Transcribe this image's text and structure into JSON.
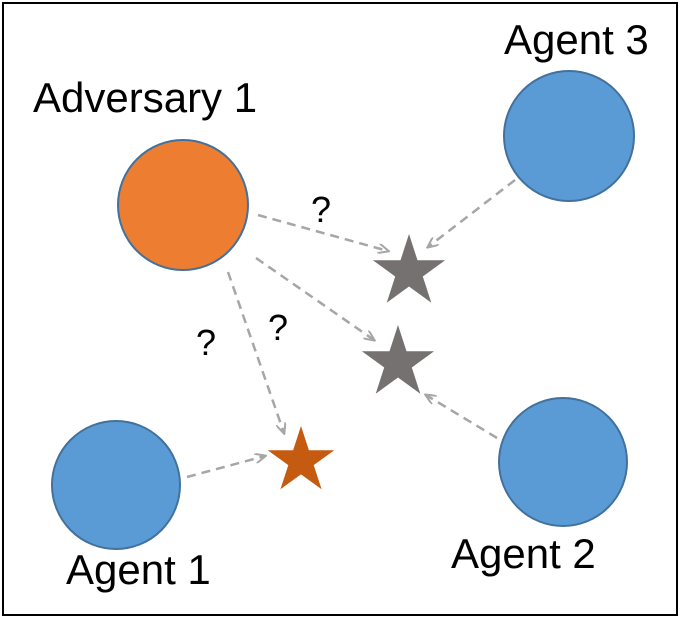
{
  "labels": {
    "adversary_1": "Adversary 1",
    "agent_1": "Agent 1",
    "agent_2": "Agent 2",
    "agent_3": "Agent 3",
    "question_1": "?",
    "question_2": "?",
    "question_3": "?"
  },
  "colors": {
    "adversary": "#ed7d31",
    "agent": "#5b9bd5",
    "circle_stroke": "#41719c",
    "target_star": "#c55a11",
    "decoy_star": "#767171",
    "arrow": "#a6a6a6",
    "frame": "#000000"
  },
  "icons": {
    "target": "star-icon",
    "decoy": "star-icon"
  }
}
